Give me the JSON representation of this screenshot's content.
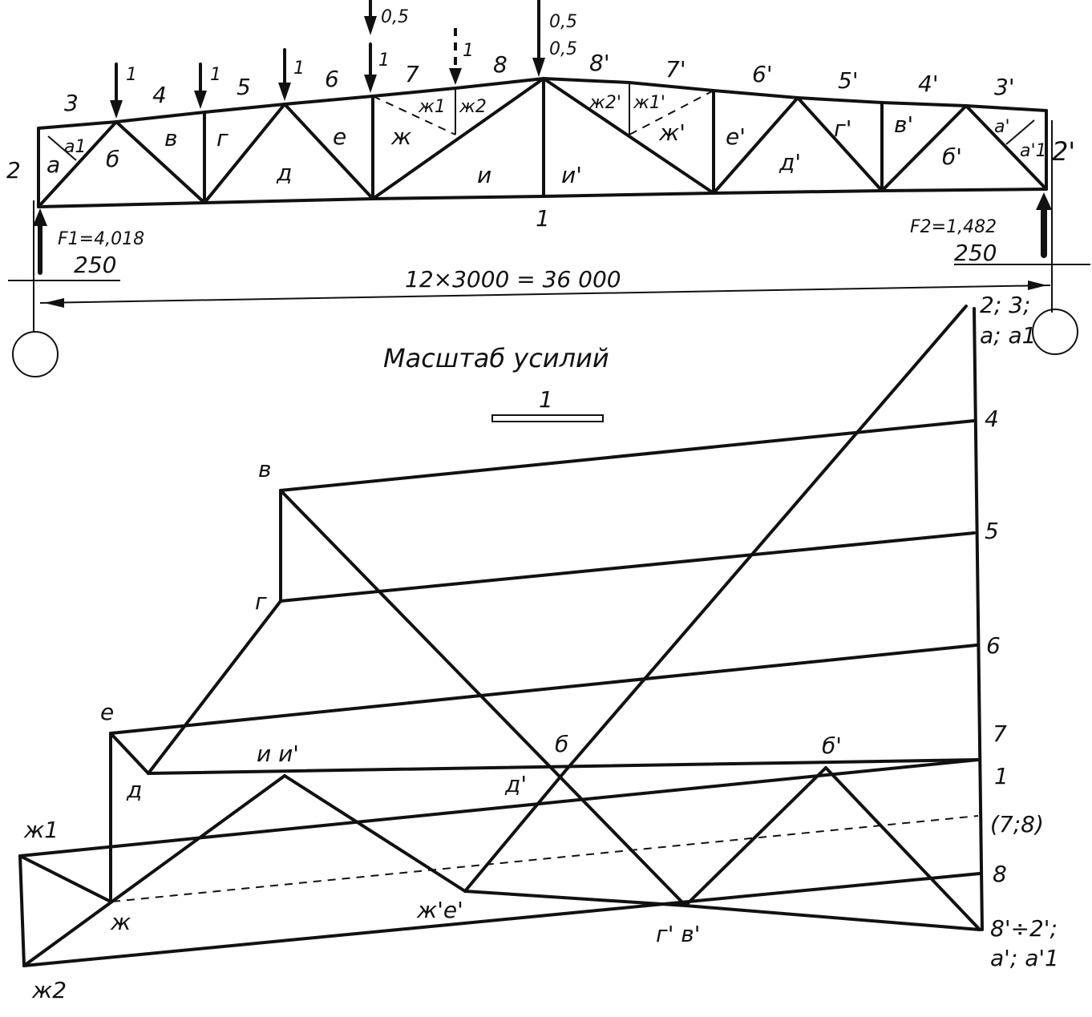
{
  "truss": {
    "top_labels": [
      "3",
      "4",
      "5",
      "6",
      "7",
      "8",
      "8'",
      "7'",
      "6'",
      "5'",
      "4'",
      "3'"
    ],
    "left_label": "2",
    "right_label": "2'",
    "bottom_label": "1",
    "panel_labels": [
      "а",
      "а1",
      "б",
      "в",
      "г",
      "д",
      "е",
      "ж",
      "ж1",
      "ж2",
      "и",
      "и'",
      "ж2'",
      "ж1'",
      "ж'",
      "е'",
      "д'",
      "г'",
      "в'",
      "б'",
      "а'",
      "а'1"
    ],
    "loads": [
      "1",
      "1",
      "1",
      "1",
      "1",
      "0,5",
      "0,5",
      "0,5"
    ],
    "reaction_left": "F1=4,018",
    "reaction_right": "F2=1,482",
    "offset_left": "250",
    "offset_right": "250",
    "span": "12×3000 = 36 000"
  },
  "scale": {
    "title": "Масштаб усилий",
    "value": "1"
  },
  "polygon": {
    "labels": {
      "top_right": "2; 3;",
      "top_right2": "а; а1",
      "n4": "4",
      "n5": "5",
      "n6": "6",
      "n7": "7",
      "n1": "1",
      "n78": "(7;8)",
      "n8": "8",
      "bottom_right": "8'÷2';",
      "bottom_right2": "а'; а'1",
      "v": "в",
      "g": "г",
      "e": "е",
      "d": "д",
      "ii": "и и'",
      "b": "б",
      "dprime": "д'",
      "bprime": "б'",
      "zh1": "ж1",
      "zh": "ж",
      "zh2": "ж2",
      "zhe": "ж'е'",
      "gv": "г' в'"
    }
  }
}
